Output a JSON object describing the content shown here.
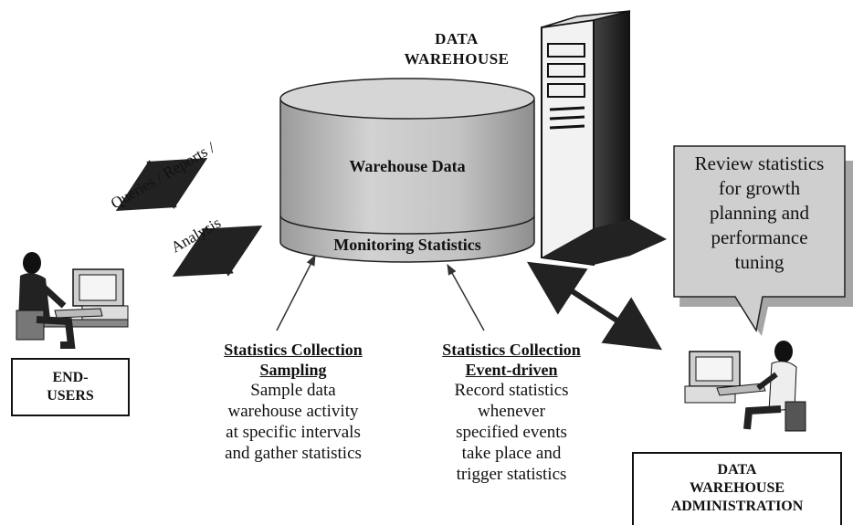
{
  "diagram": {
    "warehouse_title_line1": "DATA",
    "warehouse_title_line2": "WAREHOUSE",
    "cylinder_top_label": "Warehouse Data",
    "cylinder_bottom_label": "Monitoring Statistics",
    "queries_label": "Queries / Reports /",
    "analysis_label": "Analysis",
    "end_users_line1": "END-",
    "end_users_line2": "USERS",
    "sampling": {
      "heading1": "Statistics Collection",
      "heading2": "Sampling",
      "lines": [
        "Sample data",
        "warehouse activity",
        "at specific intervals",
        "and gather statistics"
      ]
    },
    "event_driven": {
      "heading1": "Statistics Collection",
      "heading2": "Event-driven",
      "lines": [
        "Record statistics",
        "whenever",
        "specified events",
        "take place and",
        "trigger statistics"
      ]
    },
    "callout": {
      "lines": [
        "Review statistics",
        "for growth",
        "planning and",
        "performance",
        "tuning"
      ]
    },
    "admin": {
      "line1": "DATA",
      "line2": "WAREHOUSE",
      "line3": "ADMINISTRATION"
    }
  },
  "icons": [
    "server-tower-icon",
    "end-user-workstation-icon",
    "admin-workstation-icon",
    "database-cylinder-icon"
  ]
}
